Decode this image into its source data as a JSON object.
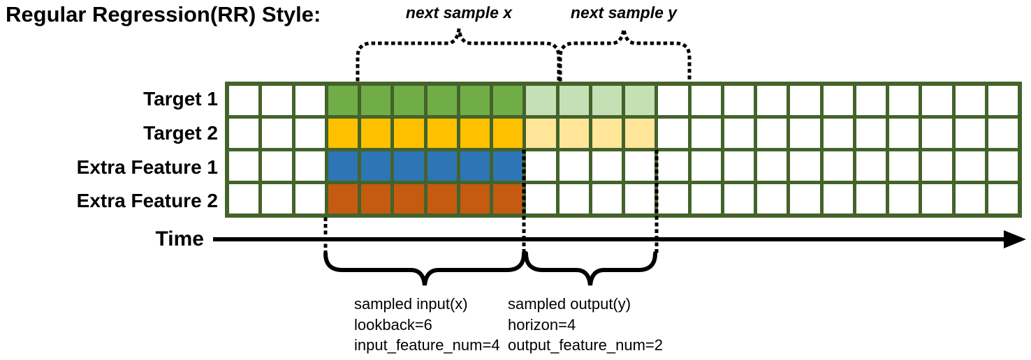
{
  "title": "Regular Regression(RR) Style:",
  "top_annotations": {
    "next_sample_x": "next sample x",
    "next_sample_y": "next sample y"
  },
  "grid": {
    "columns": 24,
    "input_start_col": 3,
    "lookback": 6,
    "horizon": 4,
    "border_color": "#44632B",
    "empty_cell_color": "#FFFFFF",
    "rows": [
      {
        "label": "Target 1",
        "input_color": "#70AD47",
        "output_color": "#C5E0B4"
      },
      {
        "label": "Target 2",
        "input_color": "#FFC000",
        "output_color": "#FFE699"
      },
      {
        "label": "Extra Feature 1",
        "input_color": "#2E75B6",
        "output_color": null
      },
      {
        "label": "Extra Feature 2",
        "input_color": "#C55A11",
        "output_color": null
      }
    ]
  },
  "time_axis": {
    "label": "Time"
  },
  "bottom_annotations": {
    "input": [
      "sampled input(x)",
      "lookback=6",
      "input_feature_num=4"
    ],
    "output": [
      "sampled output(y)",
      "horizon=4",
      "output_feature_num=2"
    ]
  }
}
